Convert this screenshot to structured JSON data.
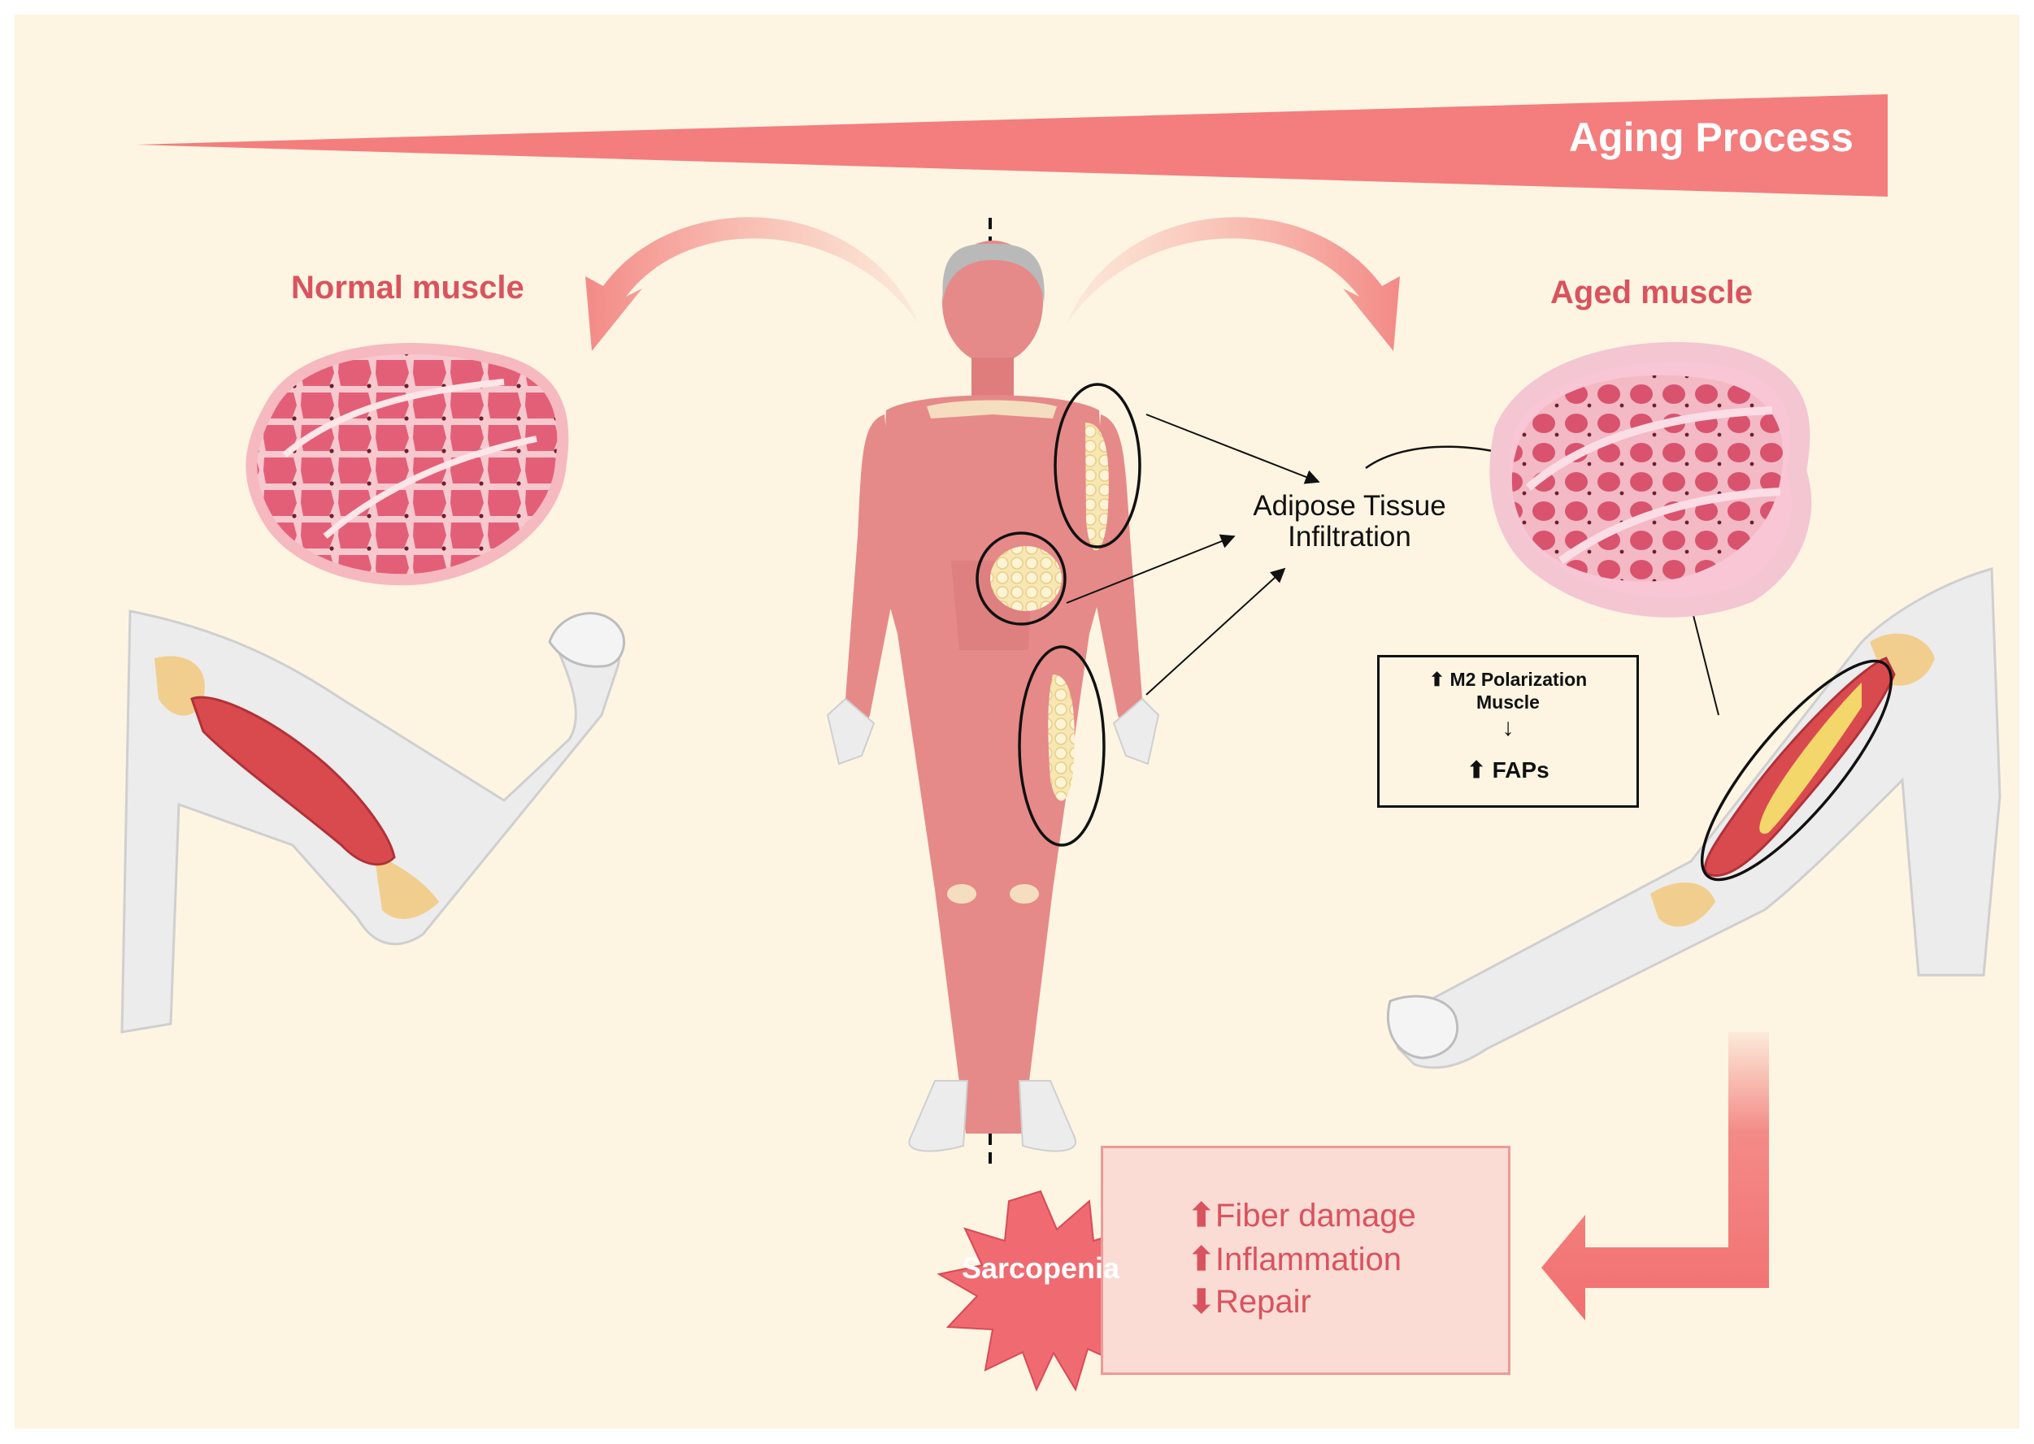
{
  "colors": {
    "background": "#fdf5e2",
    "accent": "#d9535e",
    "wedge": "#f47d7d",
    "muscle": "#e47a7a",
    "fat": "#f7e3a7",
    "skin": "#ececec",
    "effects_fill": "#fbdcd5"
  },
  "header": {
    "title": "Aging Process"
  },
  "left_panel": {
    "title": "Normal muscle"
  },
  "right_panel": {
    "title": "Aged muscle"
  },
  "center": {
    "adipose_label_line1": "Adipose Tissue",
    "adipose_label_line2": "Infiltration"
  },
  "m2_box": {
    "line1": "M2 Polarization",
    "line2": "Muscle",
    "line3": "FAPs",
    "up_icon": "up-arrow-icon",
    "down_icon": "down-arrow-icon"
  },
  "outcome": {
    "label": "Sarcopenia",
    "effects": [
      {
        "arrow": "up-arrow-icon",
        "text": "Fiber damage"
      },
      {
        "arrow": "up-arrow-icon",
        "text": "Inflammation"
      },
      {
        "arrow": "down-arrow-icon",
        "text": "Repair"
      }
    ]
  },
  "icons": {
    "human_body": "human-body-muscle-icon",
    "normal_arm": "flexed-arm-icon",
    "aged_arm": "aged-arm-icon",
    "normal_cross_section": "muscle-cross-section-icon",
    "aged_cross_section": "aged-muscle-cross-section-icon",
    "burst": "starburst-icon"
  }
}
